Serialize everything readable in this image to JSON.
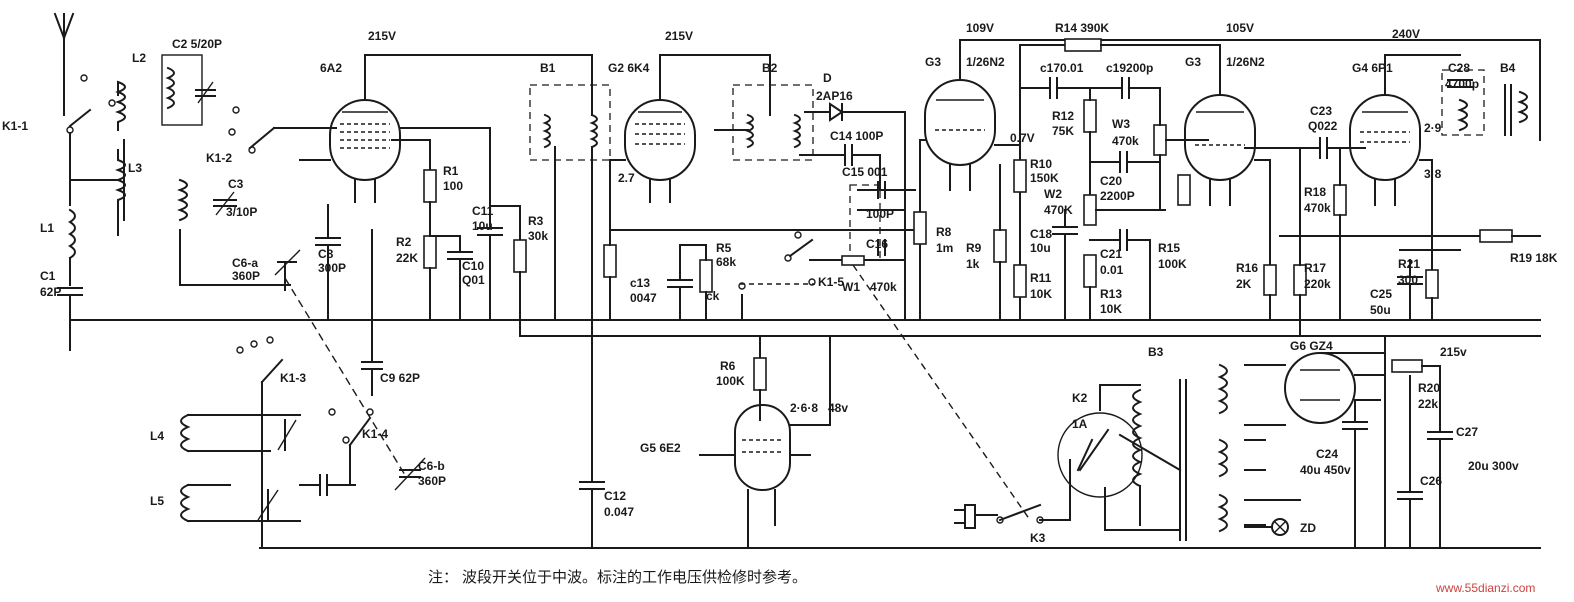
{
  "components": {
    "antenna": {
      "l1": "L1",
      "l2": "L2",
      "l3": "L3",
      "l4": "L4",
      "l5": "L5",
      "c1": "C1",
      "c1v": "62P",
      "c2": "C2 5/20P",
      "c3": "C3",
      "c3v": "3/10P"
    },
    "switch": {
      "k11": "K1-1",
      "k12": "K1-2",
      "k13": "K1-3",
      "k14": "K1-4",
      "k15": "K1-5",
      "k2": "K2",
      "k2v": "1A",
      "k3": "K3",
      "ck": "ck"
    },
    "caps": {
      "c6a": "C6-a",
      "c6av": "360P",
      "c6b": "C6-b",
      "c6bv": "360P",
      "c8": "C8",
      "c8v": "300P",
      "c9": "C9 62P",
      "c10": "C10",
      "c10v": "Q01",
      "c11": "C11",
      "c11v": "10u",
      "c12": "C12",
      "c12v": "0.047",
      "c13": "c13",
      "c13v": "0047",
      "c14": "C14 100P",
      "c15": "C15 001",
      "c16": "C16",
      "c16v": "100P",
      "c17": "c170.01",
      "c19": "c19200p",
      "c18": "C18",
      "c18v": "10u",
      "c20": "C20",
      "c20v": "2200P",
      "c21": "C21",
      "c21v": "0.01",
      "c23": "C23",
      "c23v": "Q022",
      "c24": "C24",
      "c24v": "40u 450v",
      "c25": "C25",
      "c25v": "50u",
      "c26": "C26",
      "c27": "C27",
      "c27v": "20u 300v",
      "c28": "C28",
      "c28v": "4700p"
    },
    "resistors": {
      "r1": "R1",
      "r1v": "100",
      "r2": "R2",
      "r2v": "22K",
      "r3": "R3",
      "r3v": "30k",
      "r5": "R5",
      "r5v": "68k",
      "r6": "R6",
      "r6v": "100K",
      "r8": "R8",
      "r8v": "1m",
      "r9": "R9",
      "r9v": "1k",
      "r10": "R10",
      "r10v": "150K",
      "r11": "R11",
      "r11v": "10K",
      "r12": "R12",
      "r12v": "75K",
      "r13": "R13",
      "r13v": "10K",
      "r14": "R14 390K",
      "r15": "R15",
      "r15v": "100K",
      "r16": "R16",
      "r16v": "2K",
      "r17": "R17",
      "r17v": "220k",
      "r18": "R18",
      "r18v": "470k",
      "r19": "R19 18K",
      "r20": "R20",
      "r20v": "22k",
      "r21": "R21",
      "r21v": "300",
      "w1": "W1",
      "w1v": "470k",
      "w2": "W2",
      "w2v": "470K",
      "w3": "W3",
      "w3v": "470k"
    },
    "tubes": {
      "t1": "6A2",
      "t2": "G2 6K4",
      "t3": "G3",
      "t3b": "1/26N2",
      "t4": "G3",
      "t4b": "1/26N2",
      "t5": "G4 6P1",
      "t6": "G6 GZ4",
      "t7": "G5 6E2"
    },
    "trans": {
      "b1": "B1",
      "b2": "B2",
      "b3": "B3",
      "b4": "B4",
      "d": "D",
      "dv": "2AP16",
      "zd": "ZD"
    },
    "volt": {
      "v1": "215V",
      "v2": "215V",
      "v3": "109V",
      "v4": "105V",
      "v5": "240V",
      "v6": "215v",
      "v7": "48v",
      "v8": "0.7V",
      "v9": "2.7"
    },
    "misc": {
      "pin2_6_8": "2·6·8",
      "pin2_9": "2·9",
      "pin3_8": "3·8"
    }
  },
  "note": {
    "label": "注：",
    "text": "波段开关位于中波。标注的工作电压供检修时参考。"
  },
  "watermark": "www.55dianzi.com"
}
